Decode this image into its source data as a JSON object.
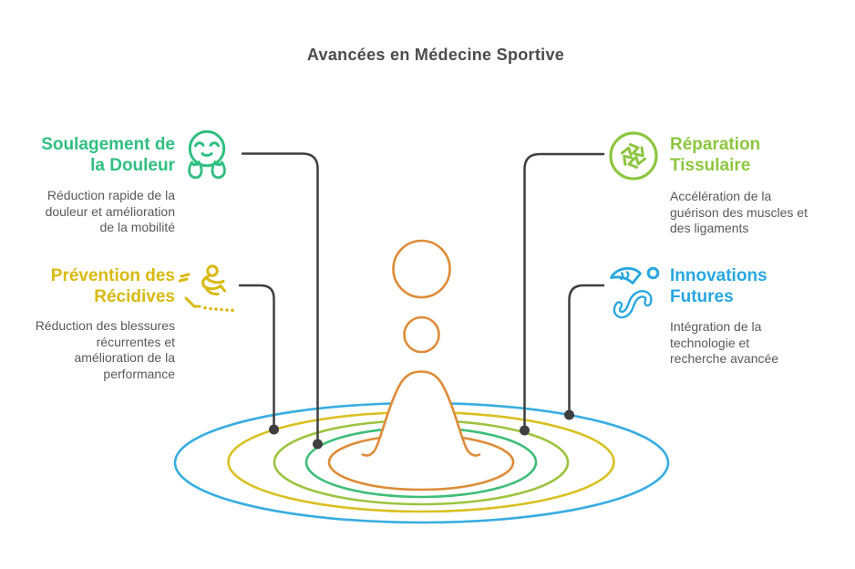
{
  "title": "Avancées en Médecine Sportive",
  "sections": [
    {
      "id": "pain-relief",
      "heading": "Soulagement de\nla Douleur",
      "body": "Réduction rapide de la\ndouleur et amélioration\nde la mobilité",
      "color": "#2fbf81",
      "icon": "relieved-face-icon",
      "position": "top-left"
    },
    {
      "id": "recurrence-prevention",
      "heading": "Prévention des\nRécidives",
      "body": "Réduction des blessures\nrécurrentes et\namélioration de la\nperformance",
      "color": "#d9b90e",
      "icon": "sliding-person-icon",
      "position": "bottom-left"
    },
    {
      "id": "tissue-repair",
      "heading": "Réparation\nTissulaire",
      "body": "Accélération de la\nguérison des muscles et\ndes ligaments",
      "color": "#8dc63f",
      "icon": "regeneration-swirl-icon",
      "position": "top-right"
    },
    {
      "id": "future-innovations",
      "heading": "Innovations\nFutures",
      "body": "Intégration de la\ntechnologie et\nrecherche avancée",
      "color": "#27a7e0",
      "icon": "motion-person-icon",
      "position": "bottom-right"
    }
  ],
  "illustration": {
    "name": "water-drop-ripple",
    "drop_color": "#dd8c38",
    "ring_colors_outer_to_inner": [
      "#38ade0",
      "#d9c021",
      "#9cc43e",
      "#3ebe78",
      "#dd8c38"
    ],
    "connector_color": "#3f3f3f"
  }
}
